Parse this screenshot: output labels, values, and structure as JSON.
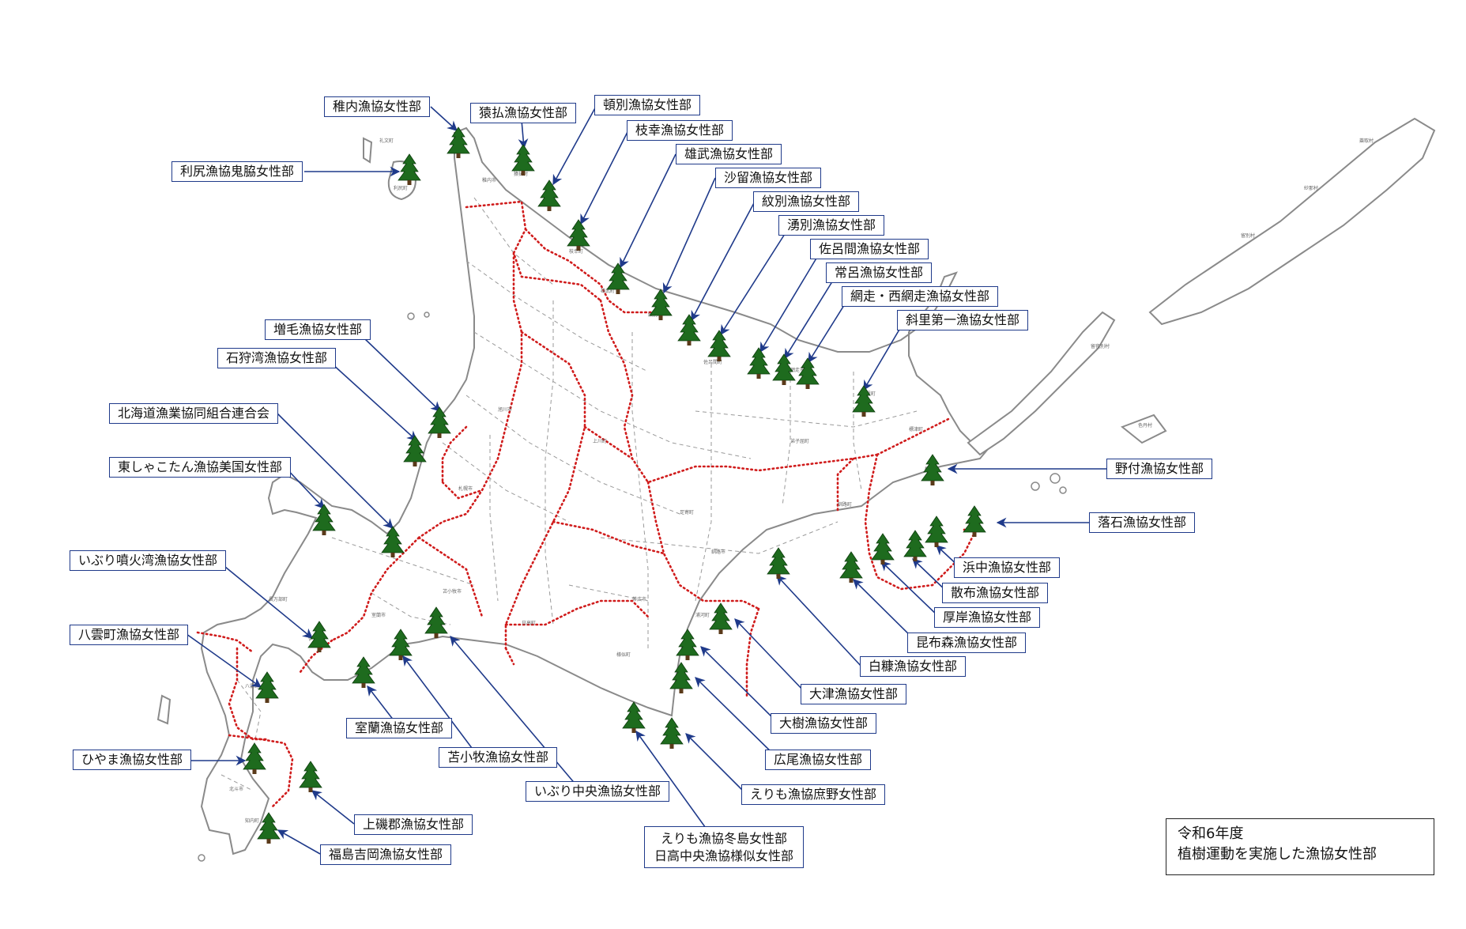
{
  "legend": {
    "year": "令和6年度",
    "title": "植樹運動を実施した漁協女性部"
  },
  "colors": {
    "tree": "#1e6b1e",
    "trunk": "#5a3a1a",
    "arrow": "#1f3a8a",
    "coast": "#8a8a8a",
    "subprefecture_border": "#d01c1c",
    "municipal_border": "#9a9a9a"
  },
  "labels": [
    {
      "id": "wakkanai",
      "text": "稚内漁協女性部"
    },
    {
      "id": "sarufutsu",
      "text": "猿払漁協女性部"
    },
    {
      "id": "tonbetsu",
      "text": "頓別漁協女性部"
    },
    {
      "id": "esashi",
      "text": "枝幸漁協女性部"
    },
    {
      "id": "oumu",
      "text": "雄武漁協女性部"
    },
    {
      "id": "sawaki",
      "text": "沙留漁協女性部"
    },
    {
      "id": "monbetsu",
      "text": "紋別漁協女性部"
    },
    {
      "id": "yubetsu",
      "text": "湧別漁協女性部"
    },
    {
      "id": "saroma",
      "text": "佐呂間漁協女性部"
    },
    {
      "id": "tokoro",
      "text": "常呂漁協女性部"
    },
    {
      "id": "abashiri",
      "text": "網走・西網走漁協女性部"
    },
    {
      "id": "shari",
      "text": "斜里第一漁協女性部"
    },
    {
      "id": "rishiri",
      "text": "利尻漁協鬼脇女性部"
    },
    {
      "id": "mashike",
      "text": "増毛漁協女性部"
    },
    {
      "id": "ishikari",
      "text": "石狩湾漁協女性部"
    },
    {
      "id": "gyoren",
      "text": "北海道漁業協同組合連合会"
    },
    {
      "id": "higashishakotan",
      "text": "東しゃこたん漁協美国女性部"
    },
    {
      "id": "iburifunka",
      "text": "いぶり噴火湾漁協女性部"
    },
    {
      "id": "yakumo",
      "text": "八雲町漁協女性部"
    },
    {
      "id": "hiyama",
      "text": "ひやま漁協女性部"
    },
    {
      "id": "kamiiso",
      "text": "上磯郡漁協女性部"
    },
    {
      "id": "fukushima",
      "text": "福島吉岡漁協女性部"
    },
    {
      "id": "muroran",
      "text": "室蘭漁協女性部"
    },
    {
      "id": "tomakomai",
      "text": "苫小牧漁協女性部"
    },
    {
      "id": "iburichuo",
      "text": "いぶり中央漁協女性部"
    },
    {
      "id": "erimofuyushima",
      "text": "えりも漁協冬島女性部"
    },
    {
      "id": "hidakachuo",
      "text": "日高中央漁協様似女性部"
    },
    {
      "id": "erimoshoya",
      "text": "えりも漁協庶野女性部"
    },
    {
      "id": "hiroo",
      "text": "広尾漁協女性部"
    },
    {
      "id": "taiki",
      "text": "大樹漁協女性部"
    },
    {
      "id": "otsu",
      "text": "大津漁協女性部"
    },
    {
      "id": "shiranuka",
      "text": "白糠漁協女性部"
    },
    {
      "id": "konbumori",
      "text": "昆布森漁協女性部"
    },
    {
      "id": "akkeshi",
      "text": "厚岸漁協女性部"
    },
    {
      "id": "chiripp",
      "text": "散布漁協女性部"
    },
    {
      "id": "hamanaka",
      "text": "浜中漁協女性部"
    },
    {
      "id": "ochiishi",
      "text": "落石漁協女性部"
    },
    {
      "id": "notsuke",
      "text": "野付漁協女性部"
    }
  ]
}
